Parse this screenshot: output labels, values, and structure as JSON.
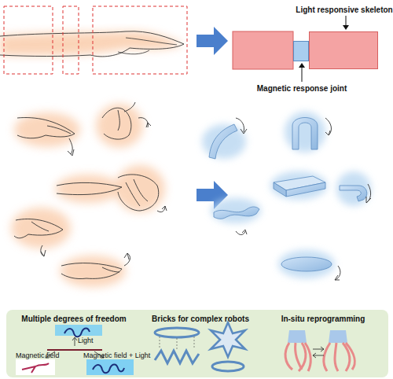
{
  "diagram": {
    "nodes": [
      {
        "text": [
          "Light responsive skeleton"
        ]
      },
      {
        "text": [
          "Magnetic response joint"
        ]
      },
      {
        "text": [
          "Multiple degrees of freedom"
        ]
      },
      {
        "text": [
          "Bricks for complex robots"
        ]
      },
      {
        "text": [
          "In-situ reprogramming"
        ]
      }
    ],
    "edges": [],
    "labels": [
      "Light",
      "Magnetic field",
      "Magnetic field + Light"
    ]
  }
}
